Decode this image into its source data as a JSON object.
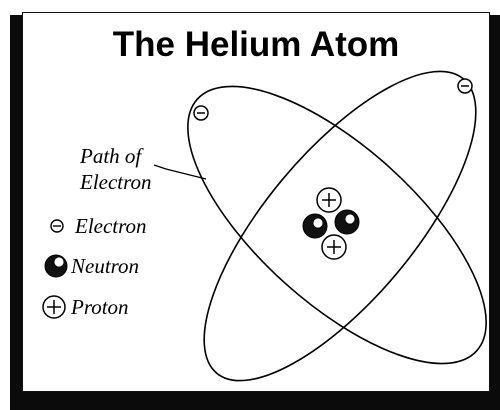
{
  "diagram": {
    "title": "The Helium Atom",
    "path_label_line1": "Path of",
    "path_label_line2": "Electron",
    "legend": [
      {
        "label": "Electron",
        "icon": "electron-icon"
      },
      {
        "label": "Neutron",
        "icon": "neutron-icon"
      },
      {
        "label": "Proton",
        "icon": "proton-icon"
      }
    ],
    "nucleus": {
      "protons": 2,
      "neutrons": 2
    },
    "electrons": 2,
    "colors": {
      "ink": "#000000",
      "frame_shadow": "#0b0b0b",
      "paper": "#ffffff"
    }
  }
}
